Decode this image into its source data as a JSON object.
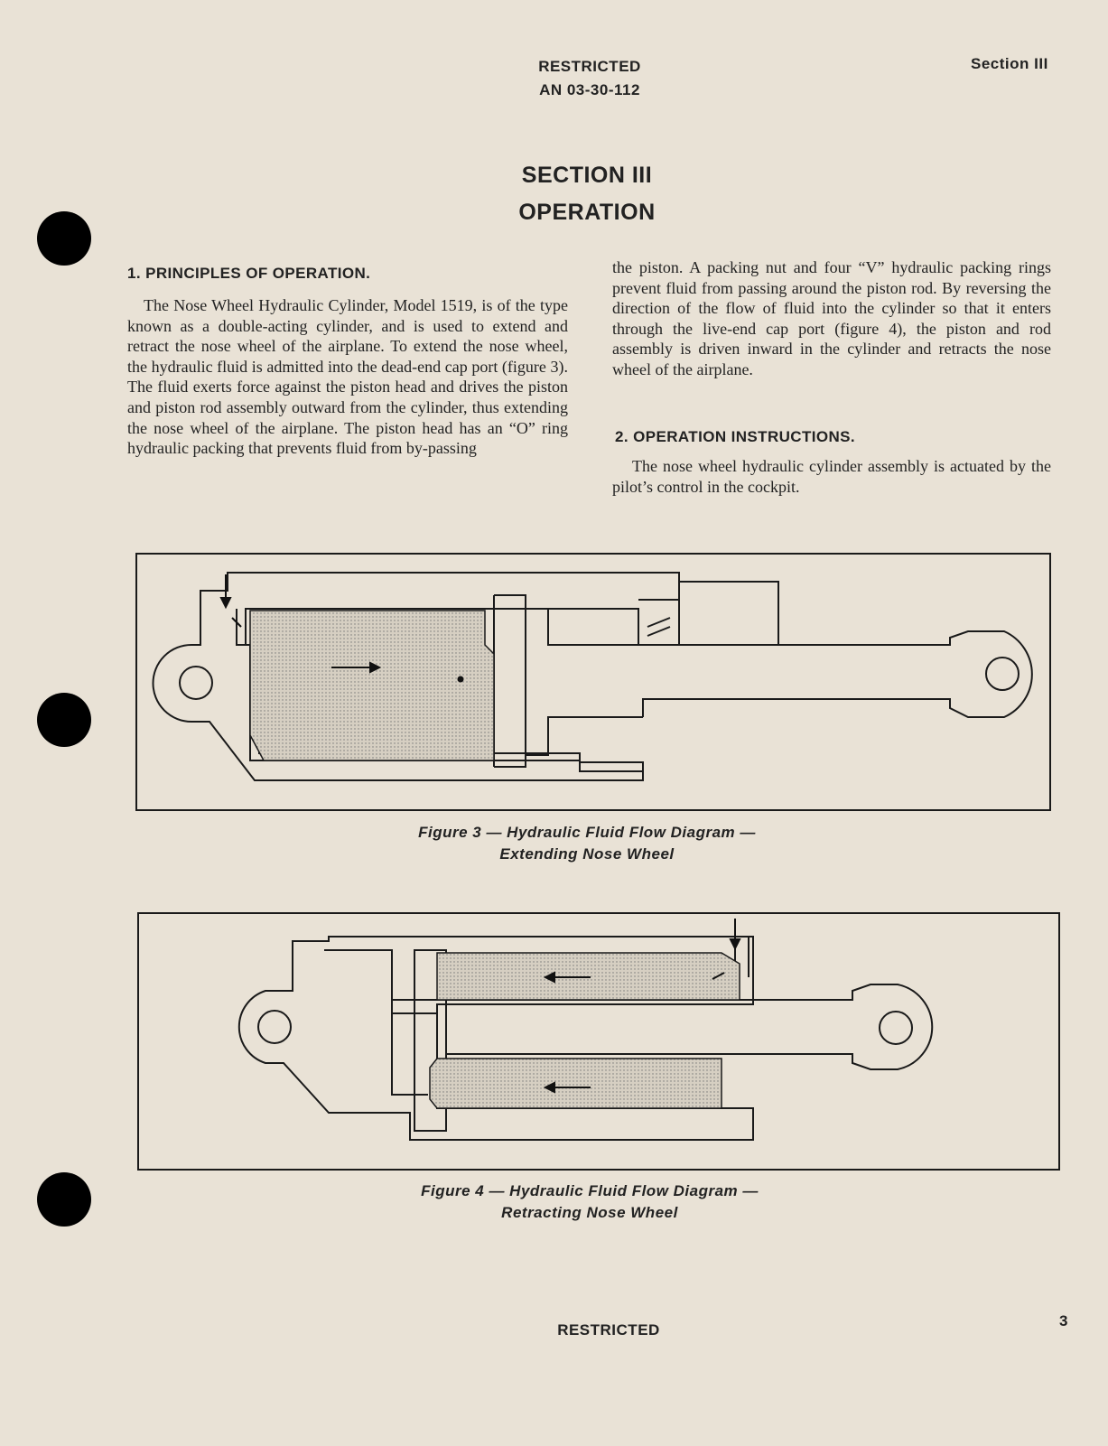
{
  "header": {
    "classification": "RESTRICTED",
    "doc_number": "AN 03-30-112",
    "section_label": "Section III"
  },
  "section": {
    "number_title": "SECTION III",
    "name": "OPERATION"
  },
  "para1": {
    "heading": "1.  PRINCIPLES OF OPERATION.",
    "text_left": "The Nose Wheel Hydraulic Cylinder, Model 1519, is of the type known as a double-acting cylinder, and is used to extend and retract the nose wheel of the airplane. To extend the nose wheel, the hydraulic fluid is admitted into the dead-end cap port (figure 3). The fluid exerts force against the piston head and drives the piston and piston rod assembly outward from the cylinder, thus extending the nose wheel of the airplane. The piston head has an “O” ring hydraulic packing that prevents fluid from by-passing",
    "text_right": "the piston. A packing nut and four “V” hydraulic packing rings prevent fluid from passing around the piston rod. By reversing the direction of the flow of fluid into the cylinder so that it enters through the live-end cap port (figure 4), the piston and rod assembly is driven inward in the cylinder and retracts the nose wheel of the airplane."
  },
  "para2": {
    "heading": "2.  OPERATION INSTRUCTIONS.",
    "text": "The nose wheel hydraulic cylinder assembly is actuated by the pilot’s control in the cockpit."
  },
  "figure3": {
    "caption_line1": "Figure 3 — Hydraulic Fluid Flow Diagram —",
    "caption_line2": "Extending Nose Wheel"
  },
  "figure4": {
    "caption_line1": "Figure 4 — Hydraulic Fluid Flow Diagram —",
    "caption_line2": "Retracting Nose Wheel"
  },
  "footer": {
    "classification": "RESTRICTED",
    "page_number": "3"
  },
  "colors": {
    "paper": "#e9e2d6",
    "ink": "#1a1a1a",
    "fluid": "#cfc8bb"
  }
}
